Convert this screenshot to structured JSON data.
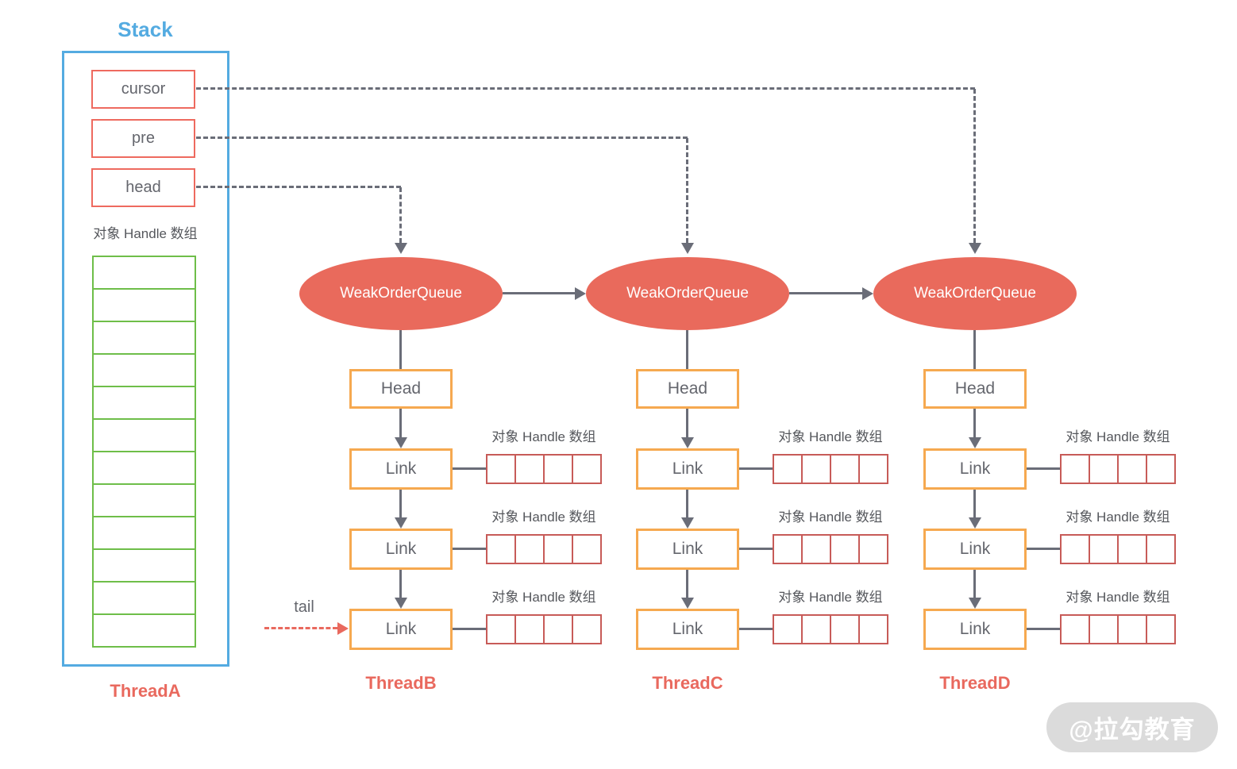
{
  "colors": {
    "blue": "#54ABE1",
    "salmon": "#EE6A5F",
    "salmon_fill": "#E96A5C",
    "green": "#6EBE49",
    "orange": "#F6A950",
    "array_red": "#C75B58",
    "grey_text": "#64666D",
    "label_grey": "#55575C",
    "arrow_grey": "#6A6D78",
    "thread_red": "#E9695E",
    "watermark_bg": "#DBDBDB"
  },
  "stack": {
    "title": "Stack",
    "pointers": [
      {
        "label": "cursor"
      },
      {
        "label": "pre"
      },
      {
        "label": "head"
      }
    ],
    "array_label": "对象 Handle 数组",
    "array_cells": 12,
    "thread_label": "ThreadA"
  },
  "tail_label": "tail",
  "handle_array_cells": 4,
  "threads": [
    {
      "name": "ThreadB",
      "queue_label": "WeakOrderQueue",
      "head_label": "Head",
      "links": [
        "Link",
        "Link",
        "Link"
      ],
      "array_label": "对象 Handle 数组"
    },
    {
      "name": "ThreadC",
      "queue_label": "WeakOrderQueue",
      "head_label": "Head",
      "links": [
        "Link",
        "Link",
        "Link"
      ],
      "array_label": "对象 Handle 数组"
    },
    {
      "name": "ThreadD",
      "queue_label": "WeakOrderQueue",
      "head_label": "Head",
      "links": [
        "Link",
        "Link",
        "Link"
      ],
      "array_label": "对象 Handle 数组"
    }
  ],
  "watermark": "@拉勾教育"
}
